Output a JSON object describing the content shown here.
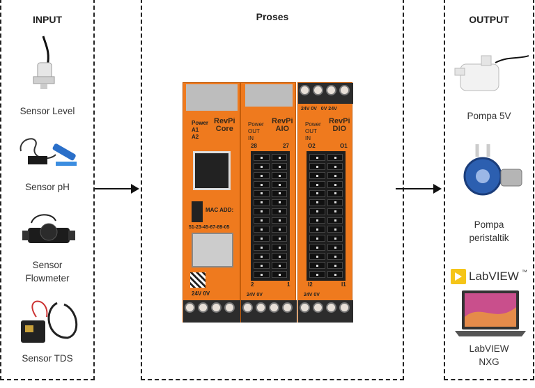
{
  "input": {
    "title": "INPUT",
    "items": [
      {
        "label": "Sensor Level",
        "icon": "float-level-sensor-icon"
      },
      {
        "label": "Sensor pH",
        "icon": "ph-probe-icon"
      },
      {
        "label_line1": "Sensor",
        "label_line2": "Flowmeter",
        "icon": "flowmeter-icon"
      },
      {
        "label": "Sensor TDS",
        "icon": "tds-sensor-icon"
      }
    ]
  },
  "process": {
    "title": "Proses",
    "modules": [
      {
        "name_line1": "RevPi",
        "name_line2": "Core",
        "leds": [
          "Power",
          "A1",
          "A2"
        ],
        "mac_label": "MAC ADD:",
        "mac": "51-23-45-67-89-05",
        "power": "24V 0V"
      },
      {
        "name_line1": "RevPi",
        "name_line2": "AIO",
        "leds": [
          "Power",
          "OUT",
          "IN"
        ],
        "pin_top_left": "28",
        "pin_top_right": "27",
        "pin_bottom_left": "2",
        "pin_bottom_right": "1",
        "power": "24V 0V"
      },
      {
        "name_line1": "RevPi",
        "name_line2": "DIO",
        "leds": [
          "Power",
          "OUT",
          "IN"
        ],
        "top_power": "24V 0V   0V 24V",
        "pin_top_left": "O2",
        "pin_top_right": "O1",
        "pin_bottom_left": "I2",
        "pin_bottom_right": "I1",
        "power": "24V 0V"
      }
    ],
    "color": "#ef7a1e"
  },
  "output": {
    "title": "OUTPUT",
    "items": [
      {
        "label": "Pompa 5V",
        "icon": "mini-water-pump-icon"
      },
      {
        "label_line1": "Pompa",
        "label_line2": "peristaltik",
        "icon": "peristaltic-pump-icon"
      },
      {
        "logo_text": "LabVIEW",
        "logo_tm": "™",
        "label_line1": "LabVIEW",
        "label_line2": "NXG",
        "icon": "laptop-icon"
      }
    ]
  }
}
